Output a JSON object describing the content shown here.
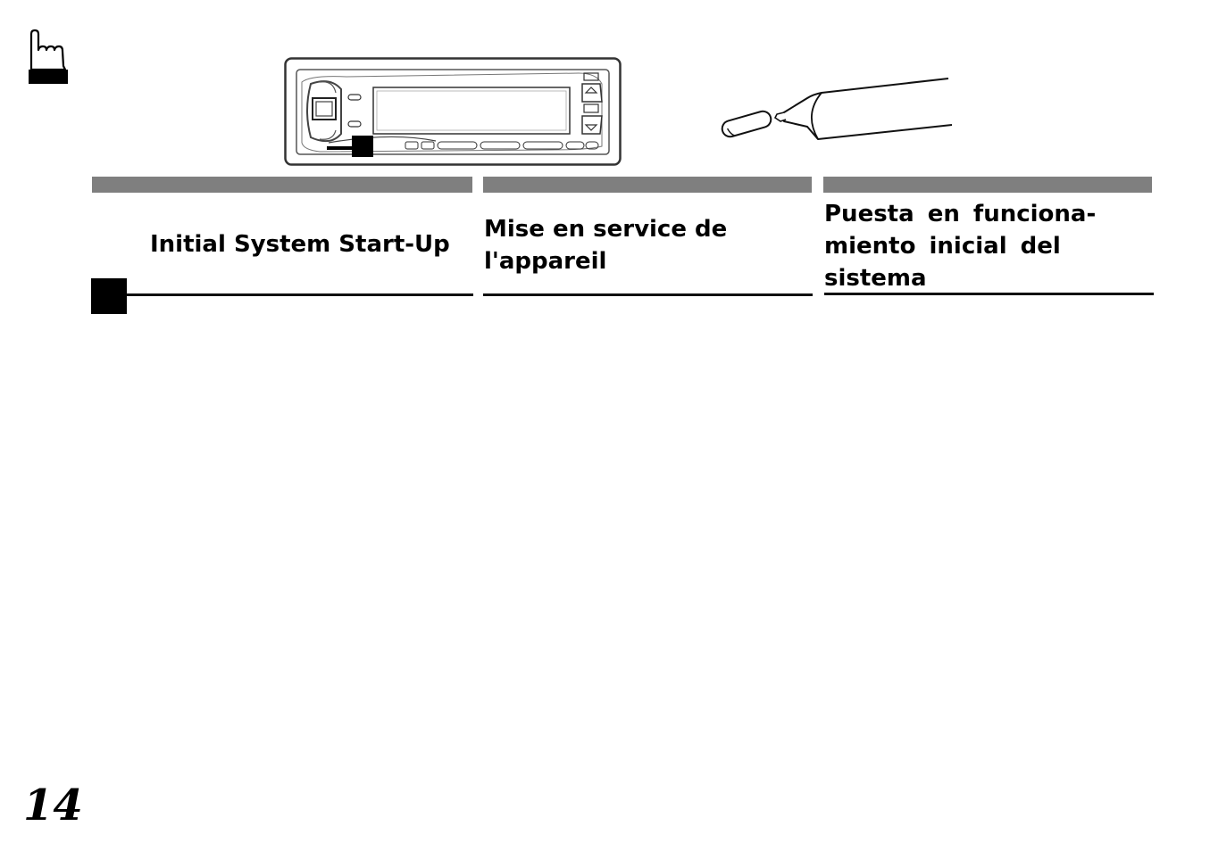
{
  "icons": {
    "hand": "hand-pointer-icon",
    "device": "car-stereo-faceplate-illustration",
    "pen": "ballpoint-pen-illustration"
  },
  "colors": {
    "bar_grey": "#7f7f7f",
    "text": "#000000",
    "background": "#ffffff"
  },
  "sections": {
    "english": {
      "title": "Initial System Start-Up"
    },
    "french": {
      "title_lines": [
        "Mise en service de",
        "l'appareil"
      ]
    },
    "spanish": {
      "title_lines": [
        "Puesta en funciona-",
        "miento inicial del",
        "sistema"
      ]
    }
  },
  "page": {
    "number": "14"
  }
}
